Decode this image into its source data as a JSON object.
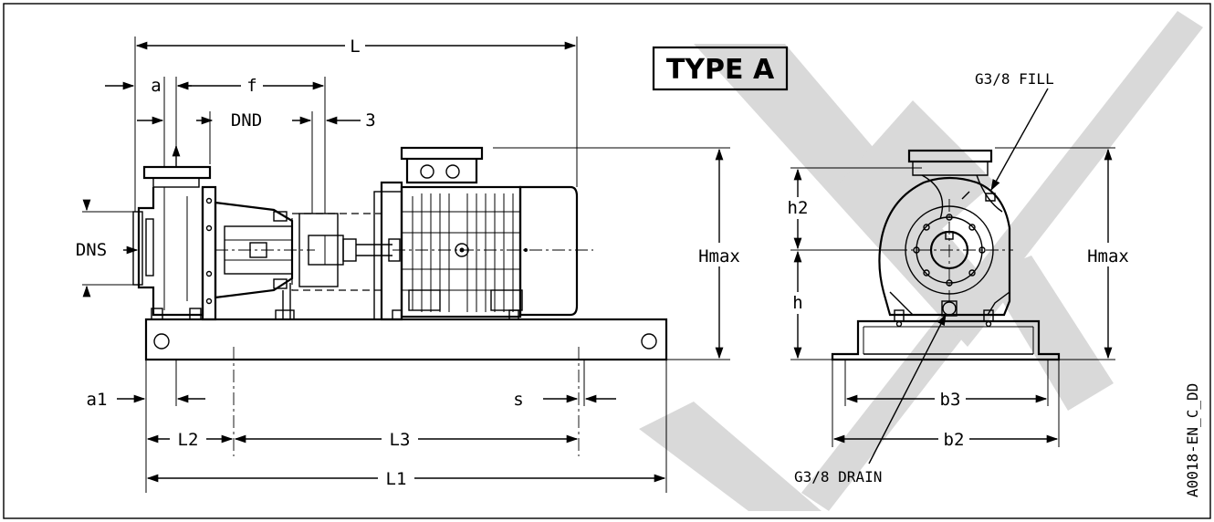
{
  "title": "TYPE A",
  "drawing_code": "A0018-EN_C_DD",
  "front_view": {
    "dimensions": {
      "L": "L",
      "a": "a",
      "f": "f",
      "DND": "DND",
      "coupling_gap": "3",
      "DNS": "DNS",
      "Hmax": "Hmax",
      "a1": "a1",
      "s": "s",
      "L2": "L2",
      "L3": "L3",
      "L1": "L1"
    }
  },
  "side_view": {
    "dimensions": {
      "h2": "h2",
      "h": "h",
      "Hmax": "Hmax",
      "b3": "b3",
      "b2": "b2"
    },
    "callouts": {
      "fill": "G3/8 FILL",
      "drain": "G3/8 DRAIN"
    }
  },
  "colors": {
    "line": "#000000",
    "watermark": "#d9d9d9",
    "background": "#ffffff"
  }
}
